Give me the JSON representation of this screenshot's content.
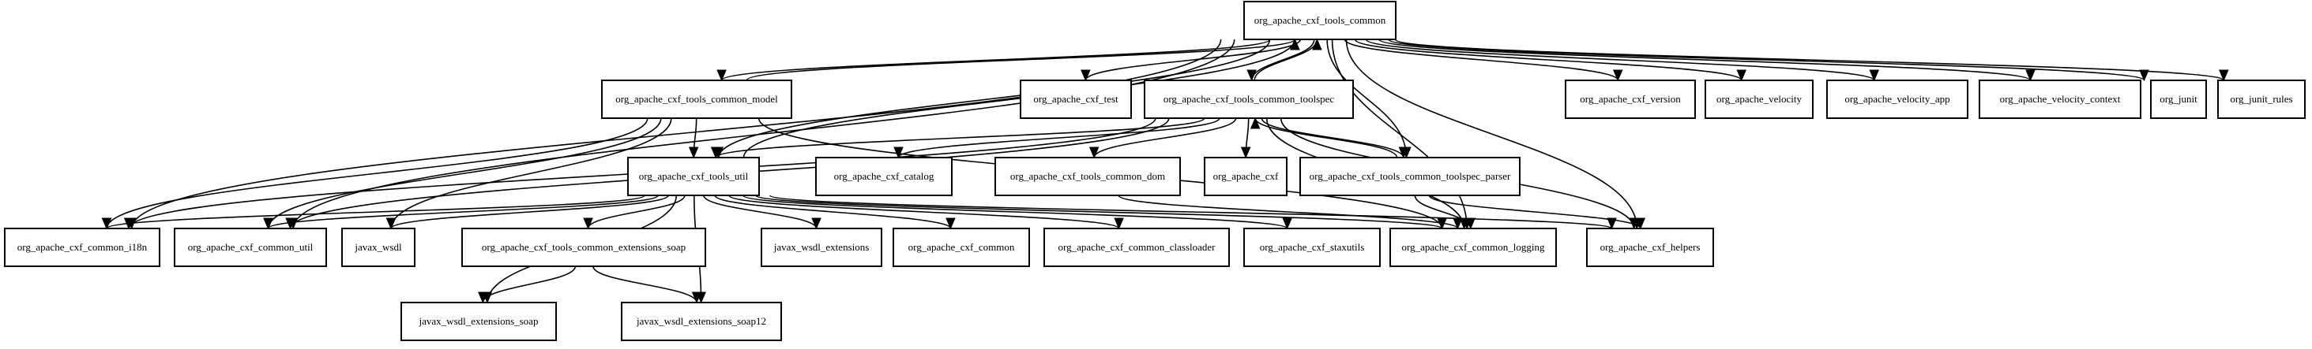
{
  "diagram": {
    "type": "dependency-graph",
    "nodes": [
      {
        "id": "common",
        "label": "org_apache_cxf_tools_common"
      },
      {
        "id": "model",
        "label": "org_apache_cxf_tools_common_model"
      },
      {
        "id": "test",
        "label": "org_apache_cxf_test"
      },
      {
        "id": "toolspec",
        "label": "org_apache_cxf_tools_common_toolspec"
      },
      {
        "id": "version",
        "label": "org_apache_cxf_version"
      },
      {
        "id": "velocity",
        "label": "org_apache_velocity"
      },
      {
        "id": "velocity_app",
        "label": "org_apache_velocity_app"
      },
      {
        "id": "velocity_context",
        "label": "org_apache_velocity_context"
      },
      {
        "id": "junit",
        "label": "org_junit"
      },
      {
        "id": "junit_rules",
        "label": "org_junit_rules"
      },
      {
        "id": "util",
        "label": "org_apache_cxf_tools_util"
      },
      {
        "id": "catalog",
        "label": "org_apache_cxf_catalog"
      },
      {
        "id": "dom",
        "label": "org_apache_cxf_tools_common_dom"
      },
      {
        "id": "cxf",
        "label": "org_apache_cxf"
      },
      {
        "id": "parser",
        "label": "org_apache_cxf_tools_common_toolspec_parser"
      },
      {
        "id": "i18n",
        "label": "org_apache_cxf_common_i18n"
      },
      {
        "id": "cutil",
        "label": "org_apache_cxf_common_util"
      },
      {
        "id": "wsdl",
        "label": "javax_wsdl"
      },
      {
        "id": "ext_soap",
        "label": "org_apache_cxf_tools_common_extensions_soap"
      },
      {
        "id": "wsdl_ext",
        "label": "javax_wsdl_extensions"
      },
      {
        "id": "ccommon",
        "label": "org_apache_cxf_common"
      },
      {
        "id": "classloader",
        "label": "org_apache_cxf_common_classloader"
      },
      {
        "id": "staxutils",
        "label": "org_apache_cxf_staxutils"
      },
      {
        "id": "logging",
        "label": "org_apache_cxf_common_logging"
      },
      {
        "id": "helpers",
        "label": "org_apache_cxf_helpers"
      },
      {
        "id": "wsdl_soap",
        "label": "javax_wsdl_extensions_soap"
      },
      {
        "id": "wsdl_soap12",
        "label": "javax_wsdl_extensions_soap12"
      }
    ],
    "edges": [
      {
        "from": "common",
        "to": "model"
      },
      {
        "from": "common",
        "to": "test"
      },
      {
        "from": "common",
        "to": "toolspec"
      },
      {
        "from": "common",
        "to": "version"
      },
      {
        "from": "common",
        "to": "velocity"
      },
      {
        "from": "common",
        "to": "velocity_app"
      },
      {
        "from": "common",
        "to": "velocity_context"
      },
      {
        "from": "common",
        "to": "junit"
      },
      {
        "from": "common",
        "to": "junit_rules"
      },
      {
        "from": "common",
        "to": "util"
      },
      {
        "from": "common",
        "to": "i18n"
      },
      {
        "from": "common",
        "to": "cutil"
      },
      {
        "from": "common",
        "to": "logging"
      },
      {
        "from": "common",
        "to": "helpers"
      },
      {
        "from": "common",
        "to": "parser"
      },
      {
        "from": "model",
        "to": "common"
      },
      {
        "from": "model",
        "to": "util"
      },
      {
        "from": "model",
        "to": "i18n"
      },
      {
        "from": "model",
        "to": "cutil"
      },
      {
        "from": "model",
        "to": "wsdl"
      },
      {
        "from": "model",
        "to": "logging"
      },
      {
        "from": "toolspec",
        "to": "common"
      },
      {
        "from": "toolspec",
        "to": "util"
      },
      {
        "from": "toolspec",
        "to": "catalog"
      },
      {
        "from": "toolspec",
        "to": "dom"
      },
      {
        "from": "toolspec",
        "to": "cxf"
      },
      {
        "from": "toolspec",
        "to": "parser"
      },
      {
        "from": "toolspec",
        "to": "i18n"
      },
      {
        "from": "toolspec",
        "to": "cutil"
      },
      {
        "from": "toolspec",
        "to": "logging"
      },
      {
        "from": "toolspec",
        "to": "helpers"
      },
      {
        "from": "parser",
        "to": "toolspec"
      },
      {
        "from": "parser",
        "to": "logging"
      },
      {
        "from": "parser",
        "to": "helpers"
      },
      {
        "from": "util",
        "to": "common"
      },
      {
        "from": "util",
        "to": "i18n"
      },
      {
        "from": "util",
        "to": "cutil"
      },
      {
        "from": "util",
        "to": "wsdl"
      },
      {
        "from": "util",
        "to": "ext_soap"
      },
      {
        "from": "util",
        "to": "wsdl_ext"
      },
      {
        "from": "util",
        "to": "ccommon"
      },
      {
        "from": "util",
        "to": "classloader"
      },
      {
        "from": "util",
        "to": "staxutils"
      },
      {
        "from": "util",
        "to": "logging"
      },
      {
        "from": "util",
        "to": "helpers"
      },
      {
        "from": "util",
        "to": "wsdl_soap"
      },
      {
        "from": "util",
        "to": "wsdl_soap12"
      },
      {
        "from": "ext_soap",
        "to": "wsdl_soap"
      },
      {
        "from": "ext_soap",
        "to": "wsdl_soap12"
      },
      {
        "from": "dom",
        "to": "logging"
      }
    ]
  }
}
